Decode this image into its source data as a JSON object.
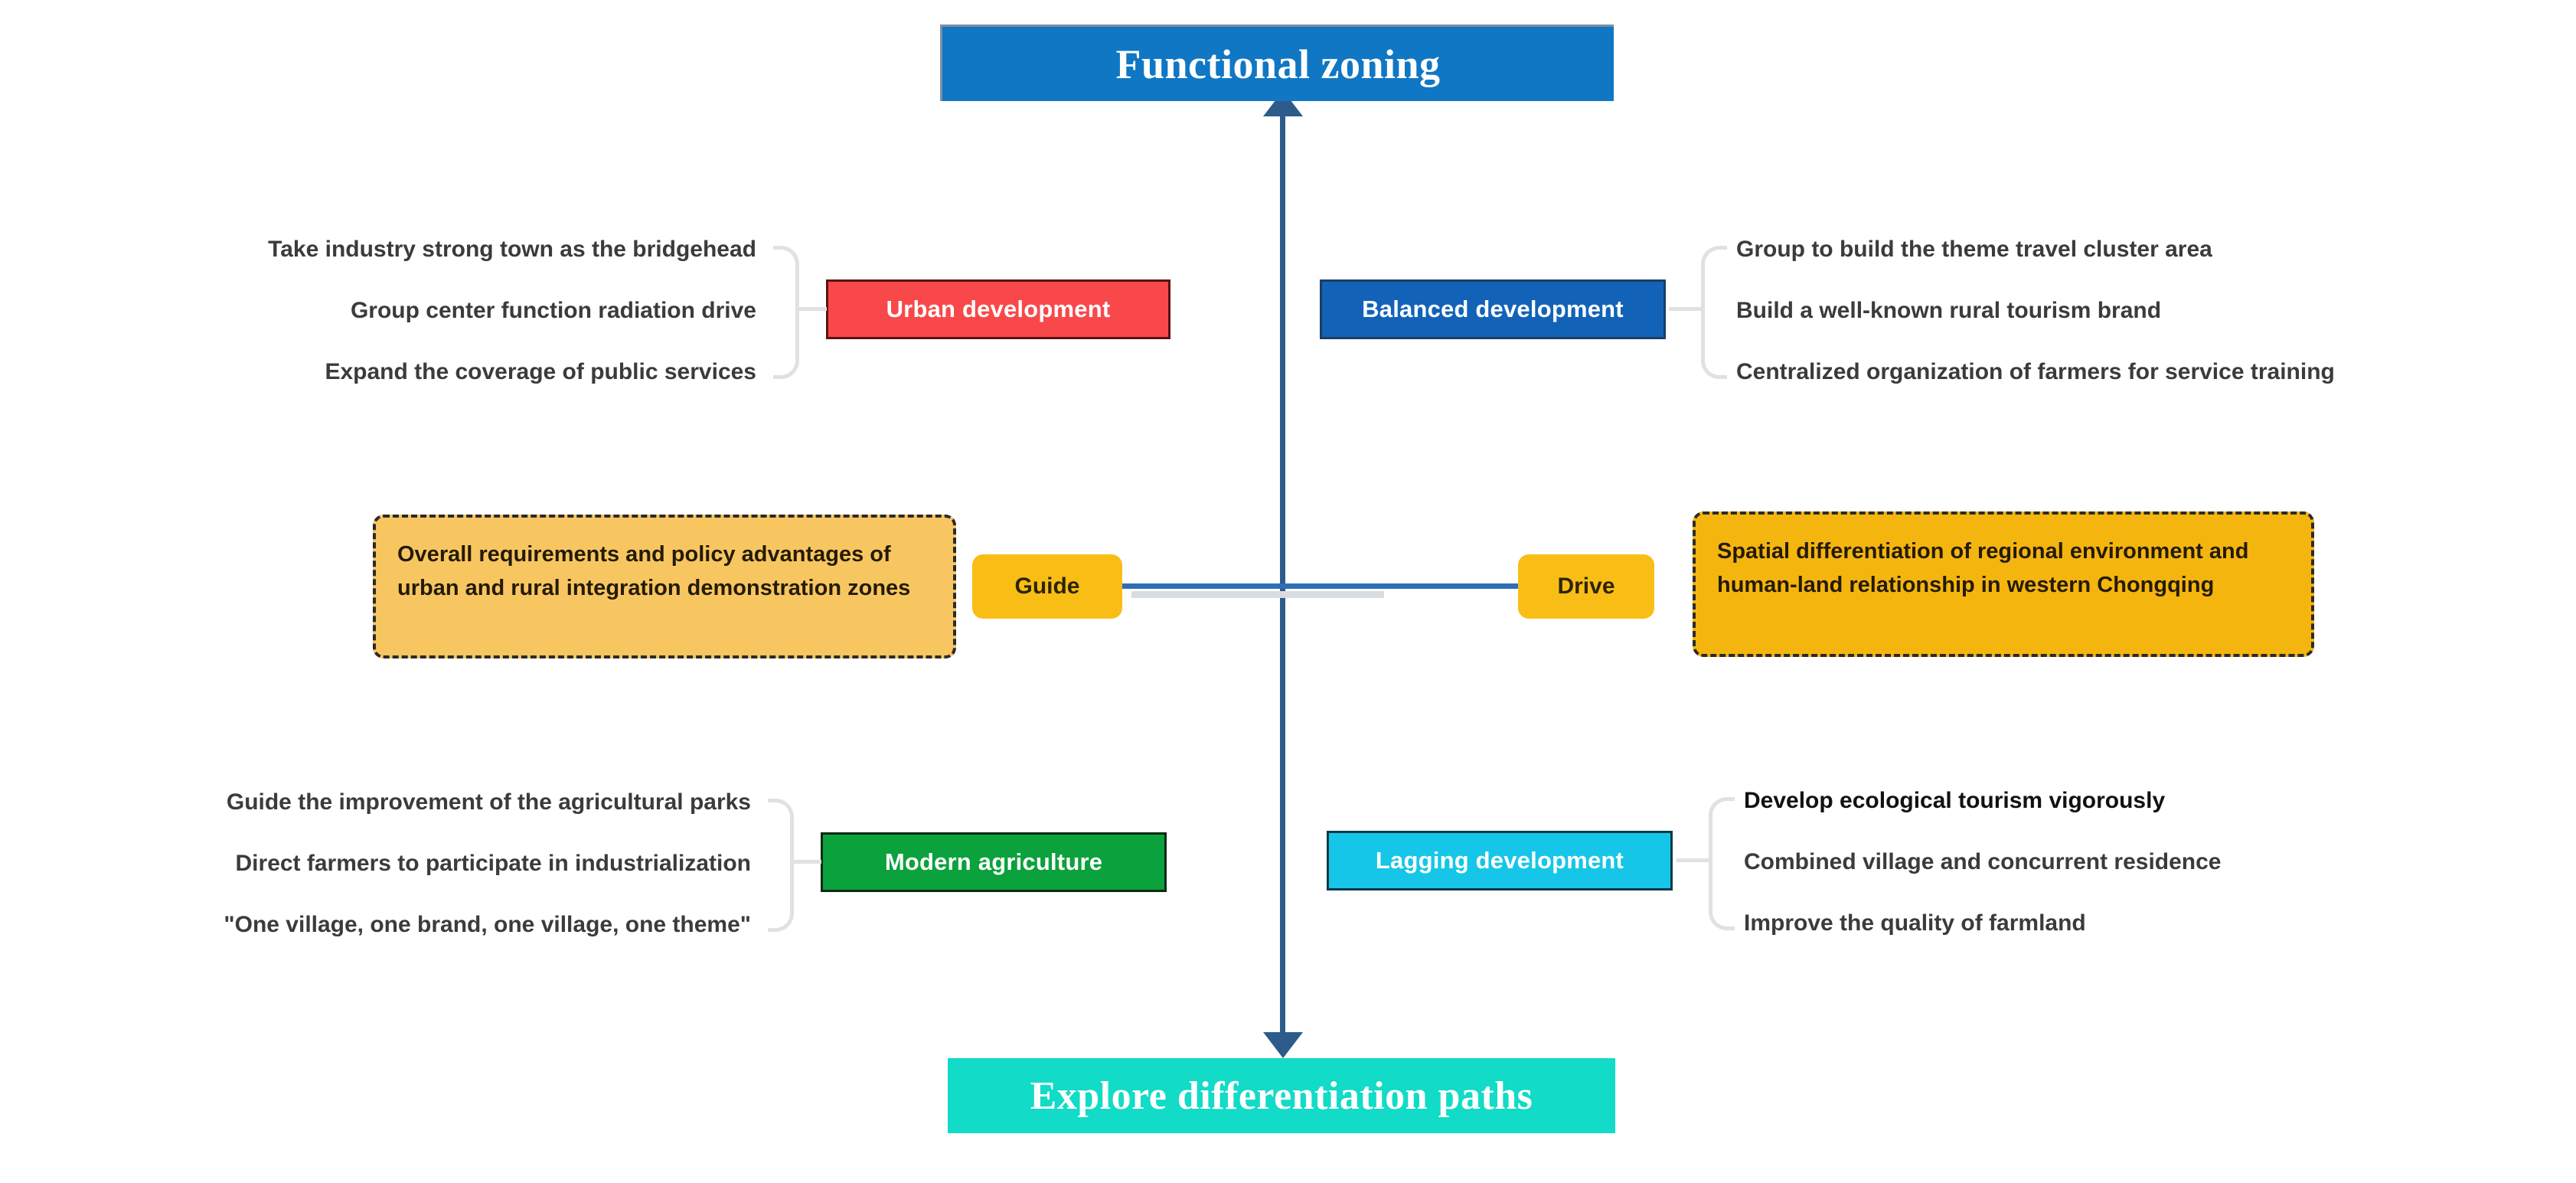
{
  "diagram": {
    "top_banner": "Functional zoning",
    "bottom_banner": "Explore differentiation paths",
    "connectors": {
      "guide": "Guide",
      "drive": "Drive"
    },
    "drivers": {
      "left": "Overall requirements and policy advantages of urban and rural integration demonstration zones",
      "right": "Spatial differentiation of regional environment and human-land relationship in western Chongqing"
    },
    "quadrants": [
      {
        "id": "urban-development",
        "label": "Urban development",
        "color": "#F9484A",
        "side": "left",
        "items": [
          "Take industry strong town as the bridgehead",
          "Group center function radiation drive",
          "Expand the coverage of public services"
        ]
      },
      {
        "id": "balanced-development",
        "label": "Balanced development",
        "color": "#1263B8",
        "side": "right",
        "items": [
          "Group to build the theme travel cluster area",
          "Build a well-known rural tourism brand",
          "Centralized organization of farmers for service training"
        ]
      },
      {
        "id": "modern-agriculture",
        "label": "Modern agriculture",
        "color": "#0BA13C",
        "side": "left",
        "items": [
          "Guide the improvement of the  agricultural parks",
          "Direct  farmers to participate in industrialization",
          "\"One village, one brand, one village, one theme\""
        ]
      },
      {
        "id": "lagging-development",
        "label": "Lagging development",
        "color": "#16C6E8",
        "side": "right",
        "items": [
          "Develop ecological tourism vigorously",
          "Combined village and concurrent residence",
          "Improve the quality of farmland"
        ]
      }
    ],
    "colors": {
      "top_banner": "#1077C4",
      "bottom_banner": "#12DBC7",
      "axis": "#2E5C8A",
      "axis_horizontal": "#2E6EB5",
      "bracket": "#DFE1E4",
      "pill": "#F9BE16",
      "dash_left": "#F8C661",
      "dash_right": "#F5B50F"
    }
  }
}
